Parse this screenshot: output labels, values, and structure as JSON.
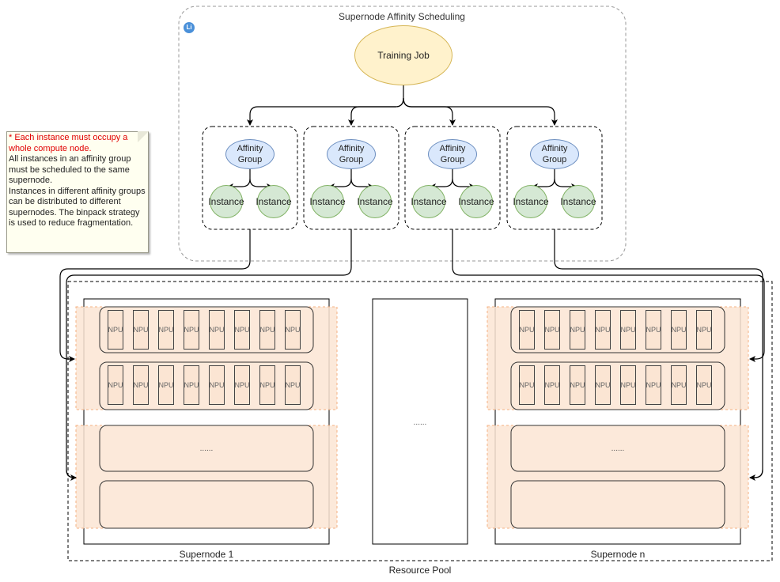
{
  "scheduling": {
    "title": "Supernode Affinity Scheduling",
    "logo": "Li",
    "training_job": "Training Job",
    "affinity_label": "Affinity Group",
    "instance_label": "Instance"
  },
  "note": {
    "highlight": "* Each instance must occupy a whole compute node.",
    "body": "All instances in an affinity group must be scheduled to the same supernode.\nInstances in different affinity groups can be distributed to different supernodes. The binpack strategy is used to reduce fragmentation."
  },
  "pool": {
    "label": "Resource Pool",
    "supernode_1": "Supernode 1",
    "supernode_n": "Supernode n",
    "middle_ellipsis": "......",
    "inner_ellipsis": "......",
    "npu_label": "NPU"
  },
  "colors": {
    "job_fill": "#fff2cc",
    "affinity_fill": "#dae8fc",
    "instance_fill": "#d5e8d4",
    "band_fill": "#fbe5d3"
  }
}
